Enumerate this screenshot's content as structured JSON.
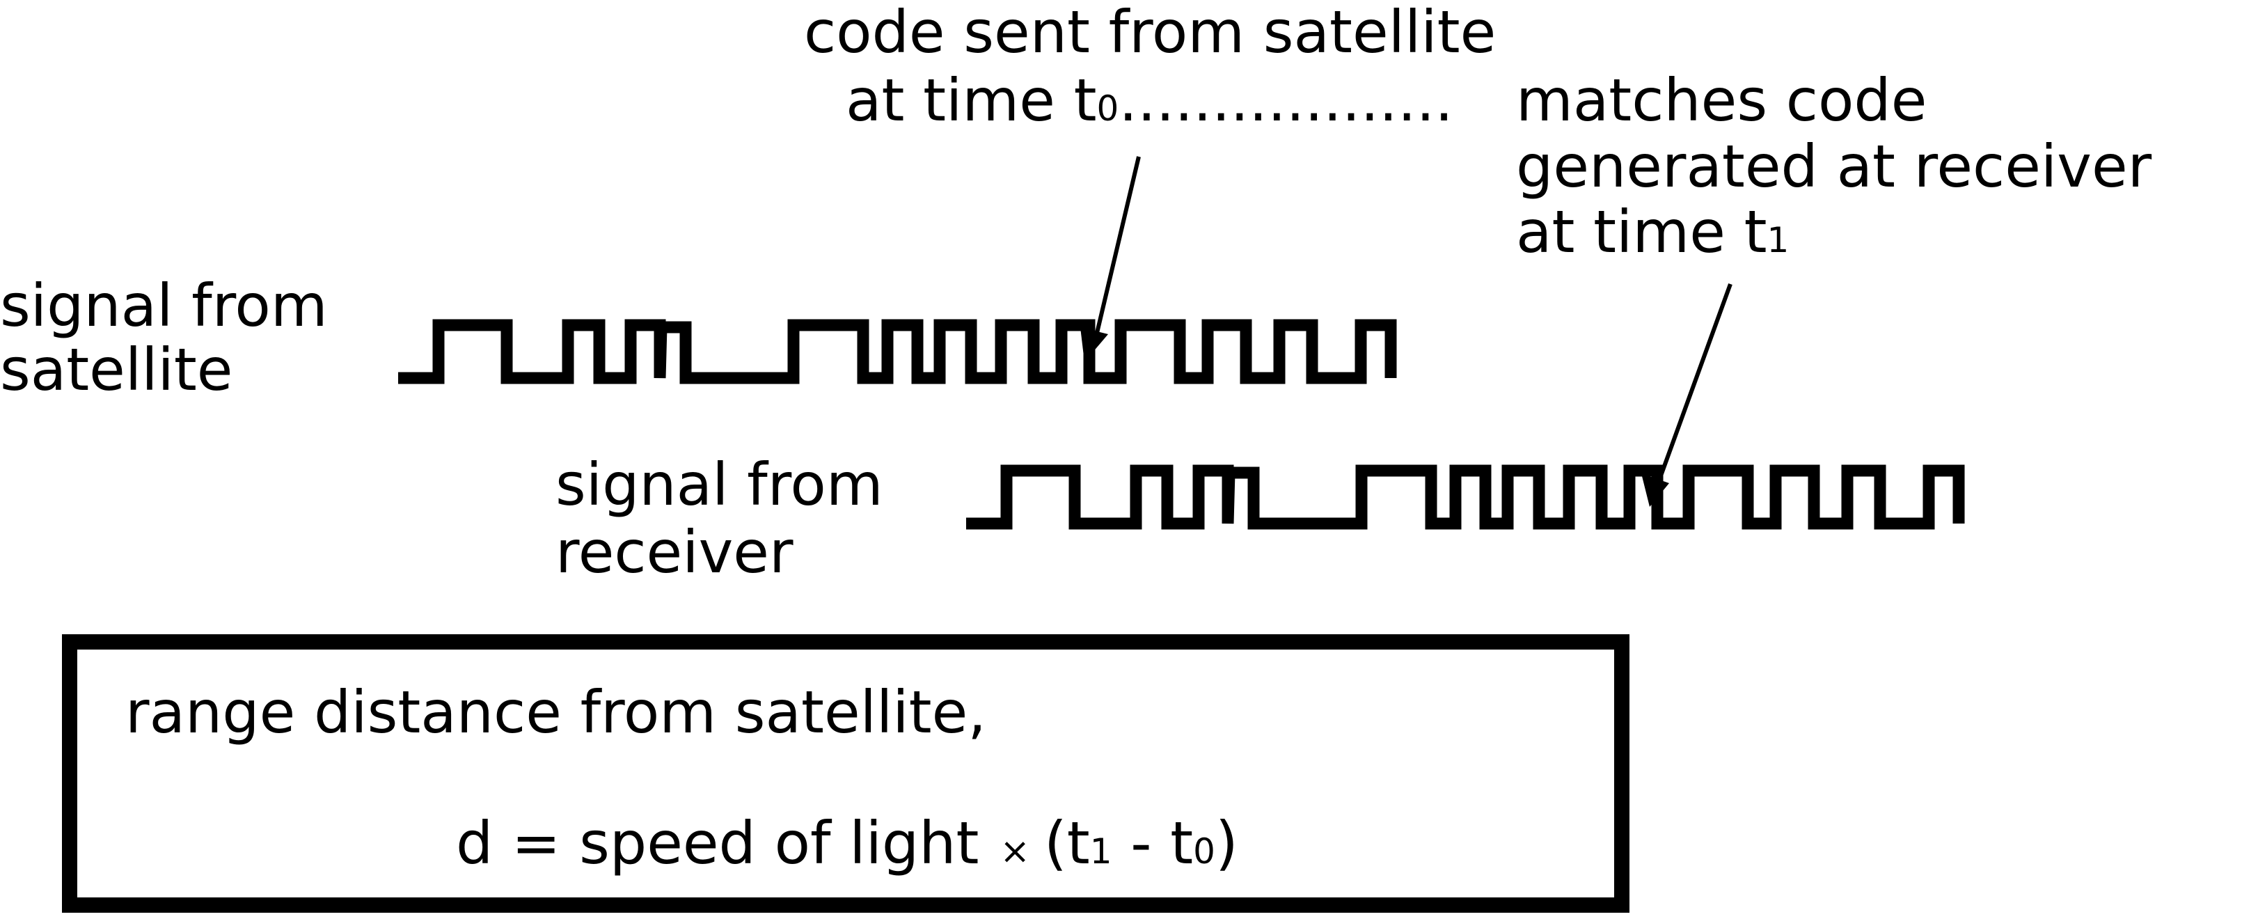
{
  "annotations": {
    "code_sent_line1": "code sent from satellite",
    "code_sent_line2": "at time t",
    "t0_subscript": "0",
    "dotted_leader": "..................",
    "matches_line1": "matches code",
    "matches_line2": "generated at receiver",
    "matches_line3": "at time t",
    "t1_subscript": "1"
  },
  "signals": {
    "satellite_label_line1": "signal from",
    "satellite_label_line2": "satellite",
    "receiver_label_line1": "signal from",
    "receiver_label_line2": "receiver"
  },
  "formula_box": {
    "line1": "range distance from satellite,",
    "formula_prefix": "d = speed of light",
    "times_symbol": "×",
    "paren_open": "(t",
    "t1_sub": "1",
    "minus": " - t",
    "t0_sub": "0",
    "paren_close": ")"
  },
  "colors": {
    "ink": "#000000",
    "background": "#ffffff"
  }
}
